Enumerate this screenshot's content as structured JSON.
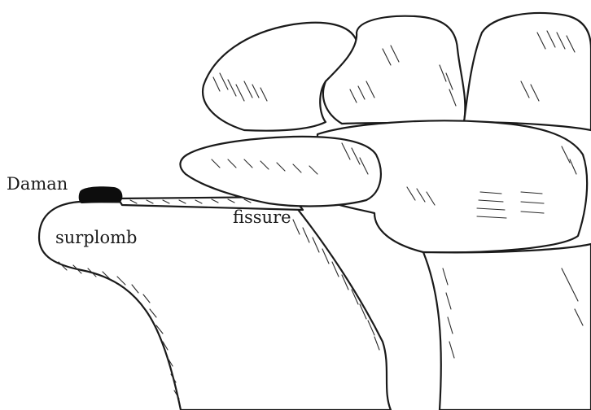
{
  "labels": {
    "animal": "Daman",
    "overhang": "surplomb",
    "crack": "fissure"
  },
  "colors": {
    "ink": "#1a1a1a",
    "paper": "#ffffff",
    "animal_marker": "#0d0d0d"
  }
}
